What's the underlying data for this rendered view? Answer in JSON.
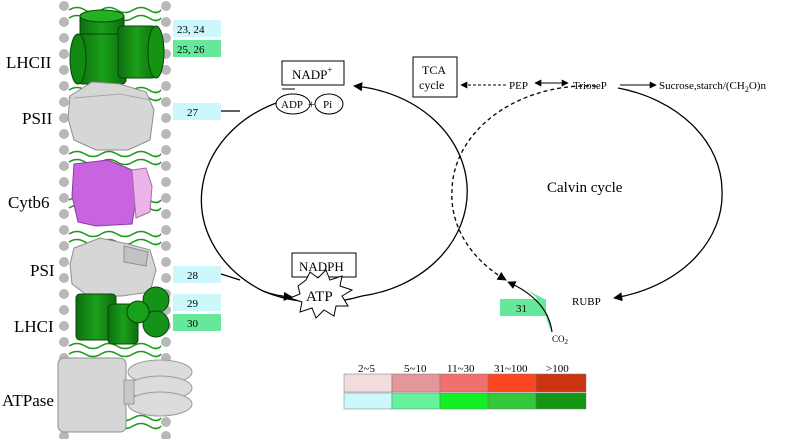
{
  "membrane_complexes": [
    {
      "key": "lhcii",
      "label": "LHCII"
    },
    {
      "key": "psii",
      "label": "PSII"
    },
    {
      "key": "cytb6",
      "label": "Cytb6"
    },
    {
      "key": "psi",
      "label": "PSI"
    },
    {
      "key": "lhci",
      "label": "LHCI"
    },
    {
      "key": "atpase",
      "label": "ATPase"
    }
  ],
  "gene_badges": [
    {
      "label": "23, 24",
      "color": "#ccf8fb"
    },
    {
      "label": "25, 26",
      "color": "#66e89a"
    },
    {
      "label": "27",
      "color": "#ccf8fb"
    },
    {
      "label": "28",
      "color": "#ccf8fb"
    },
    {
      "label": "29",
      "color": "#ccf8fb"
    },
    {
      "label": "30",
      "color": "#66e89a"
    },
    {
      "label": "31",
      "color": "#66e89a"
    }
  ],
  "light_cycle": {
    "nadp_label": "NADP",
    "nadp_superscript": "+",
    "adp_label": "ADP",
    "plus_sign": "+",
    "pi_label": "Pi",
    "nadph_label": "NADPH",
    "atp_label": "ATP"
  },
  "calvin": {
    "title": "Calvin cycle",
    "tca_line1": "TCA",
    "tca_line2": "cycle",
    "pep_label": "PEP",
    "triosep_label": "TrioseP",
    "products_label": "Sucrose,starch/(CH",
    "products_sub": "2",
    "products_tail": "O)n",
    "rubp_label": "RUBP",
    "co2_label": "CO",
    "co2_sub": "2"
  },
  "legend": {
    "ranges": [
      "2~5",
      "5~10",
      "11~30",
      "31~100",
      ">100"
    ],
    "up_sign": "+",
    "down_sign": "-",
    "up_colors": [
      "#f2dcdc",
      "#e4979a",
      "#f07070",
      "#ff4422",
      "#cc3311"
    ],
    "down_colors": [
      "#ccf8fb",
      "#66f29b",
      "#11f022",
      "#33c73a",
      "#149514"
    ]
  }
}
